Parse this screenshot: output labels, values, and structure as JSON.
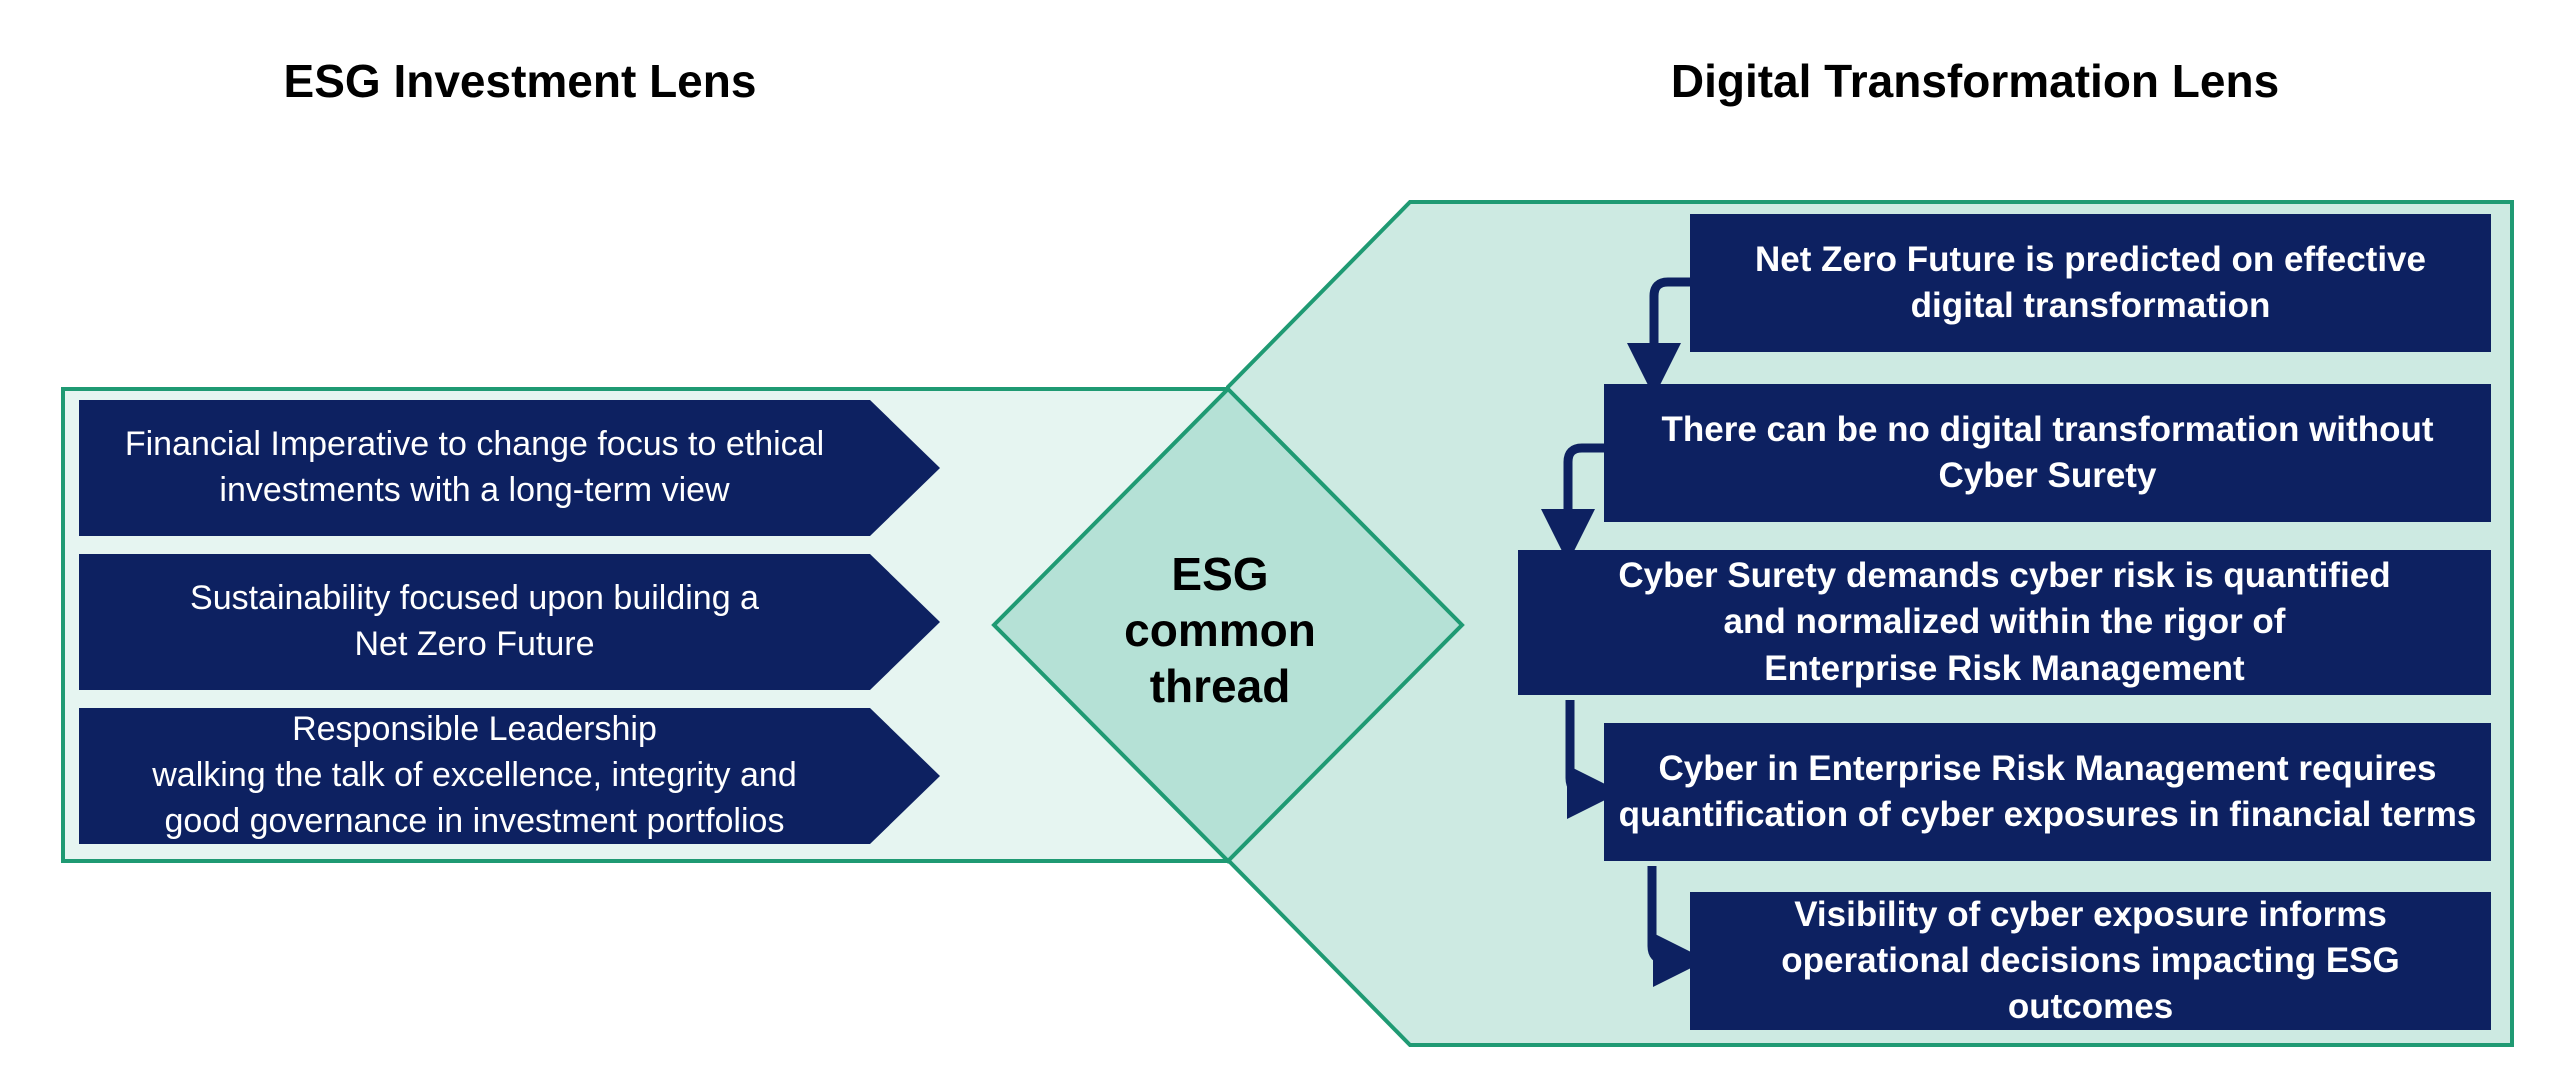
{
  "titles": {
    "left": "ESG Investment Lens",
    "right": "Digital Transformation Lens"
  },
  "center": {
    "label": "ESG\ncommon\nthread"
  },
  "esg_items": [
    {
      "text": "Financial Imperative to change focus to ethical\ninvestments with a long-term view"
    },
    {
      "text": "Sustainability focused upon building a\nNet Zero Future"
    },
    {
      "text": "Responsible Leadership\nwalking the talk of excellence, integrity and\ngood governance in investment portfolios"
    }
  ],
  "dt_items": [
    {
      "text": "Net Zero Future is predicted on effective\ndigital transformation"
    },
    {
      "text": "There can be no digital transformation without\nCyber Surety"
    },
    {
      "text": "Cyber Surety demands cyber risk is quantified\nand normalized within the rigor of\nEnterprise Risk Management"
    },
    {
      "text": "Cyber in Enterprise Risk Management requires\nquantification of cyber exposures in financial terms"
    },
    {
      "text": "Visibility of cyber exposure informs\noperational decisions impacting ESG outcomes"
    }
  ],
  "colors": {
    "navy": "#0d2161",
    "green_border": "#1f9a73",
    "left_panel_fill": "#e6f5f1",
    "right_panel_fill": "#cdeae2",
    "diamond_fill": "#b5e1d6"
  }
}
